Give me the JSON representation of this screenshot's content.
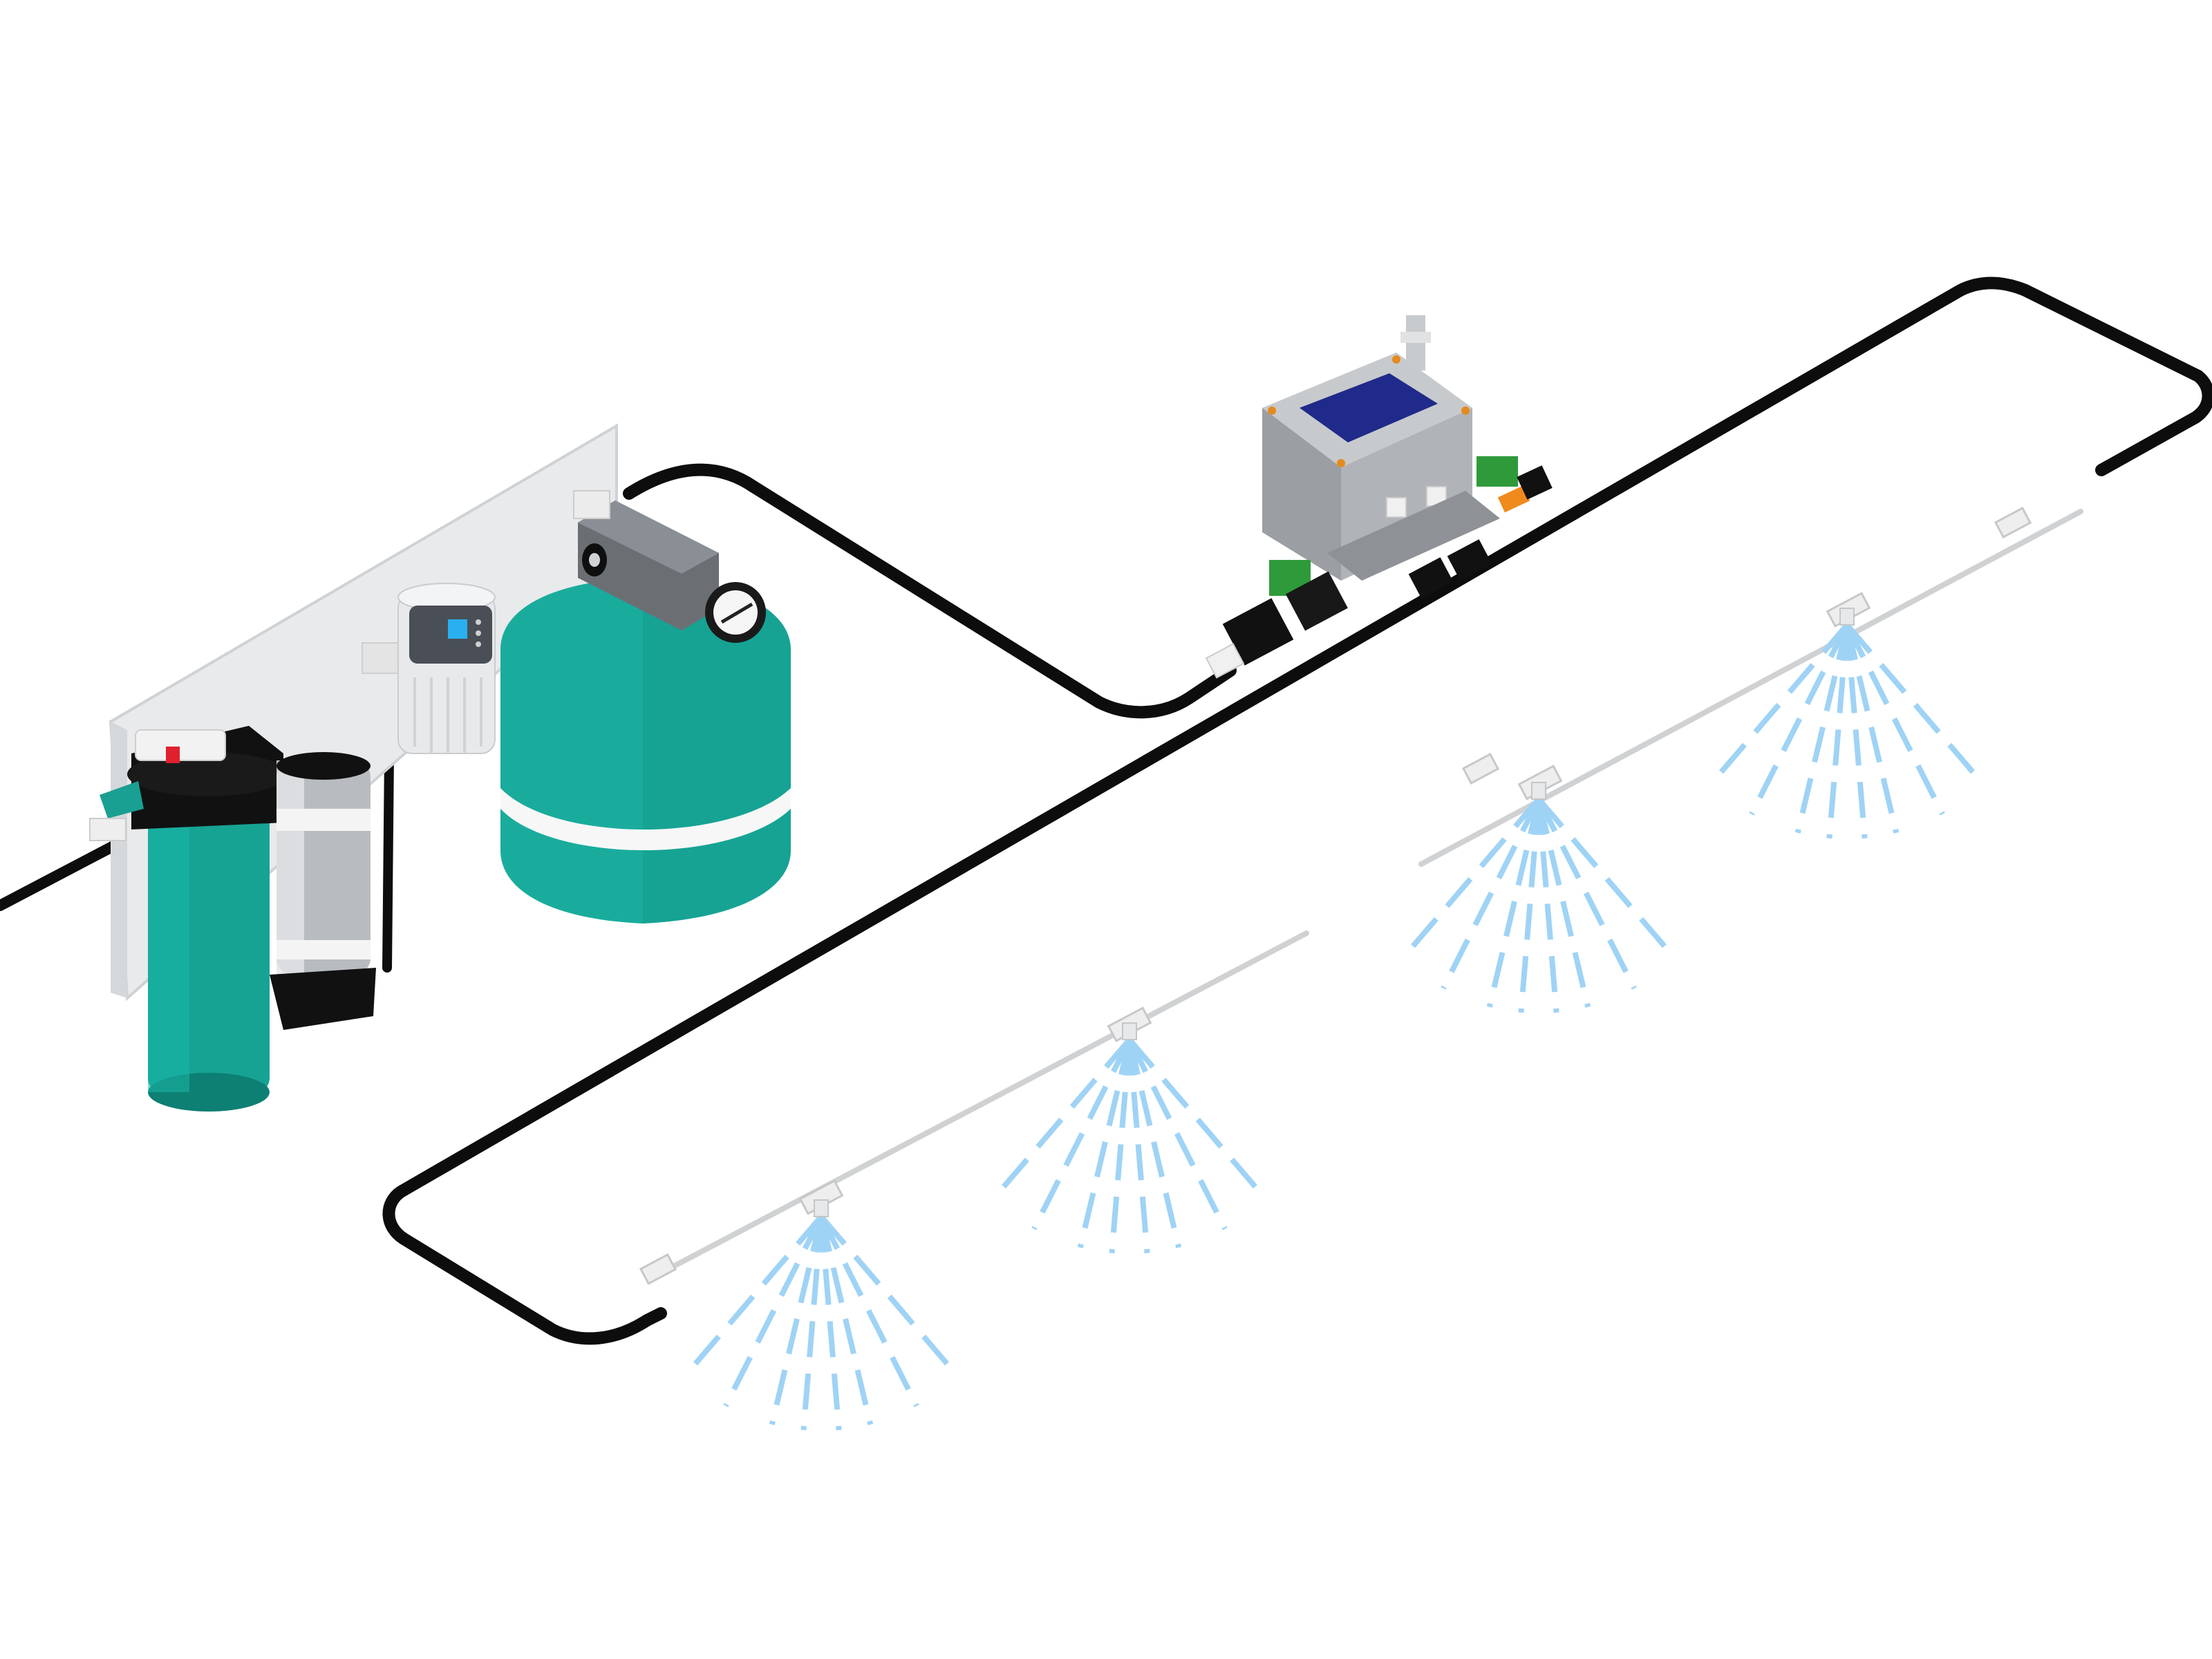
{
  "diagram": {
    "kind": "misting-system-isometric-illustration",
    "colors": {
      "background": "#ffffff",
      "hose": "#0d0d0d",
      "teal_body": "#16a394",
      "teal_dark": "#0d7f73",
      "mount_plate": "#e6e8ea",
      "steel": "#9aa0a6",
      "control_box": "#a6aaae",
      "control_panel": "#1f2a8a",
      "green_connector": "#2f9a3a",
      "orange_connector": "#f08a1c",
      "red_cap": "#e0202c",
      "spray": "#9fd3f5",
      "branch_line": "#c9cbcd"
    },
    "components": [
      {
        "id": "inlet-hose",
        "icon": "hose-icon"
      },
      {
        "id": "sediment-filter",
        "icon": "filter-housing-icon"
      },
      {
        "id": "carbon-filter",
        "icon": "filter-cartridge-icon"
      },
      {
        "id": "pressure-regulator",
        "icon": "regulator-icon"
      },
      {
        "id": "pressure-tank",
        "icon": "tank-icon"
      },
      {
        "id": "pressure-gauge",
        "icon": "gauge-icon"
      },
      {
        "id": "pump-control-box",
        "icon": "control-box-icon"
      },
      {
        "id": "misting-branch-line",
        "icon": "pipe-icon"
      },
      {
        "id": "misting-nozzle",
        "icon": "spray-nozzle-icon"
      }
    ],
    "nozzle_count": 4,
    "text": []
  }
}
